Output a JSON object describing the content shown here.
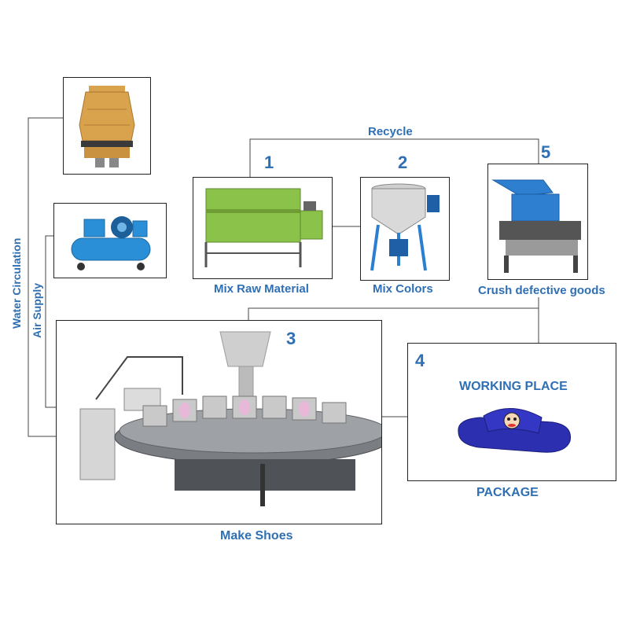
{
  "labels": {
    "recycle": "Recycle",
    "water_circulation": "Water Circulation",
    "air_supply": "Air Supply",
    "step1_number": "1",
    "step1_caption": "Mix Raw Material",
    "step2_number": "2",
    "step2_caption": "Mix Colors",
    "step3_number": "3",
    "step3_caption": "Make Shoes",
    "step4_number": "4",
    "step4_heading": "WORKING PLACE",
    "step4_caption": "PACKAGE",
    "step5_number": "5",
    "step5_caption": "Crush defective goods"
  },
  "colors": {
    "label_blue": "#2f6fb3",
    "line": "#444444"
  }
}
